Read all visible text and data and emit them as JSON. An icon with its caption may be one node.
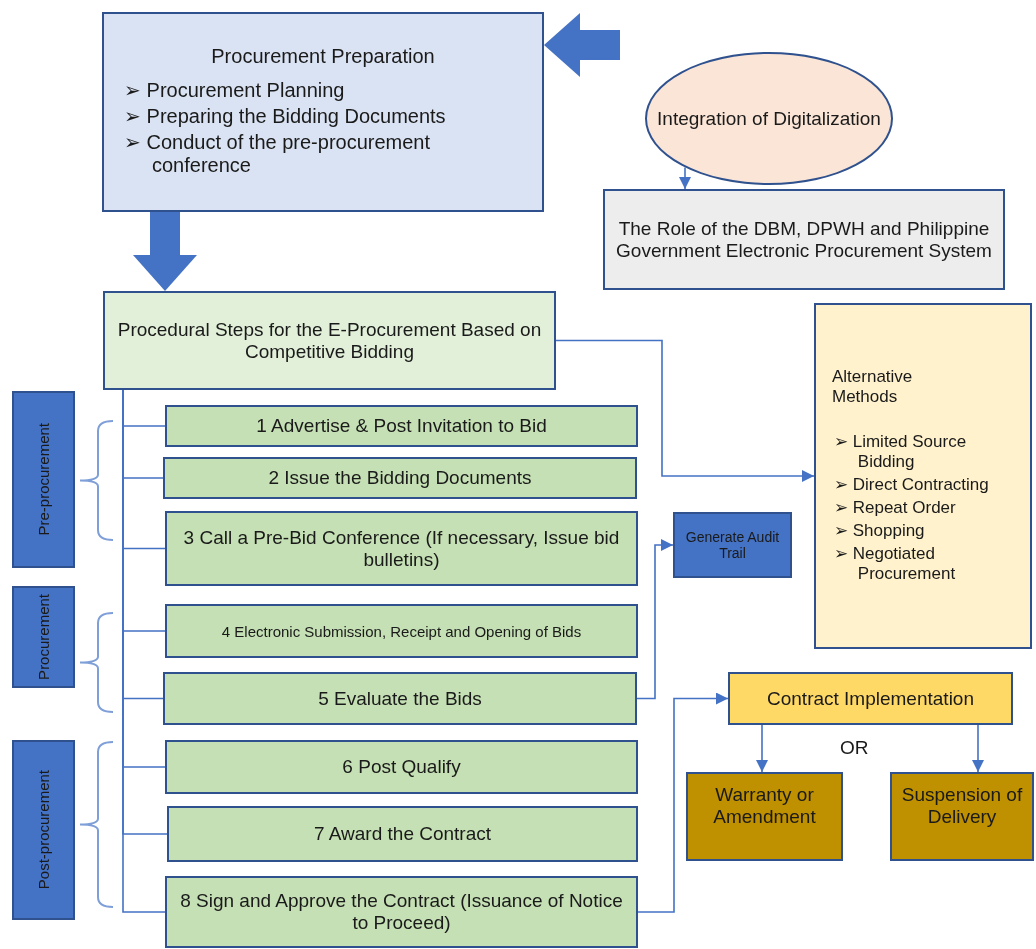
{
  "diagram": {
    "nodes": [
      {
        "text": [
          "Procurement Preparation",
          "➢ Procurement Planning",
          "➢ Preparing the Bidding Documents",
          "➢ Conduct of the pre-procurement conference"
        ]
      },
      {
        "text": [
          "Integration of Digitalization"
        ]
      },
      {
        "text": [
          "The Role of the DBM, DPWH and Philippine Government Electronic Procurement System"
        ]
      },
      {
        "text": [
          "Procedural Steps for the E-Procurement Based on Competitive Bidding"
        ]
      },
      {
        "text": [
          "Alternative Methods",
          "➢ Limited Source Bidding",
          "➢ Direct Contracting",
          "➢ Repeat Order",
          "➢ Shopping",
          "➢ Negotiated Procurement"
        ]
      },
      {
        "text": [
          "1 Advertise & Post Invitation to Bid"
        ]
      },
      {
        "text": [
          "2 Issue the Bidding Documents"
        ]
      },
      {
        "text": [
          "3 Call a Pre-Bid Conference (If necessary, Issue bid bulletins)"
        ]
      },
      {
        "text": [
          "4 Electronic Submission, Receipt and Opening of Bids"
        ]
      },
      {
        "text": [
          "5 Evaluate the Bids"
        ]
      },
      {
        "text": [
          "6 Post Qualify"
        ]
      },
      {
        "text": [
          "7 Award the Contract"
        ]
      },
      {
        "text": [
          "8 Sign and Approve the Contract (Issuance of Notice to Proceed)"
        ]
      },
      {
        "text": [
          "Generate Audit Trail"
        ]
      },
      {
        "text": [
          "Contract Implementation"
        ]
      },
      {
        "text": [
          "Warranty or Amendment"
        ]
      },
      {
        "text": [
          "Suspension of Delivery"
        ]
      },
      {
        "text": [
          "Pre-procurement"
        ]
      },
      {
        "text": [
          "Procurement"
        ]
      },
      {
        "text": [
          "Post-procurement"
        ]
      }
    ],
    "edges": [
      {
        "from": null,
        "to": 0,
        "arrow": "to",
        "style": "thick"
      },
      {
        "from": 1,
        "to": 2,
        "arrow": "to"
      },
      {
        "from": 0,
        "to": 3,
        "arrow": "to",
        "style": "thick"
      },
      {
        "from": 3,
        "to": 4,
        "arrow": "to"
      },
      {
        "from": 3,
        "to": 5,
        "arrow": "none"
      },
      {
        "from": 3,
        "to": 6,
        "arrow": "none"
      },
      {
        "from": 3,
        "to": 7,
        "arrow": "none"
      },
      {
        "from": 3,
        "to": 8,
        "arrow": "none"
      },
      {
        "from": 3,
        "to": 9,
        "arrow": "none"
      },
      {
        "from": 3,
        "to": 10,
        "arrow": "none"
      },
      {
        "from": 3,
        "to": 11,
        "arrow": "none"
      },
      {
        "from": 3,
        "to": 12,
        "arrow": "none"
      },
      {
        "from": 9,
        "to": 13,
        "arrow": "to"
      },
      {
        "from": 12,
        "to": 14,
        "arrow": "to"
      },
      {
        "from": 14,
        "to": 15,
        "arrow": "to"
      },
      {
        "from": 14,
        "to": 16,
        "arrow": "to"
      }
    ],
    "labels": [
      "OR"
    ]
  }
}
